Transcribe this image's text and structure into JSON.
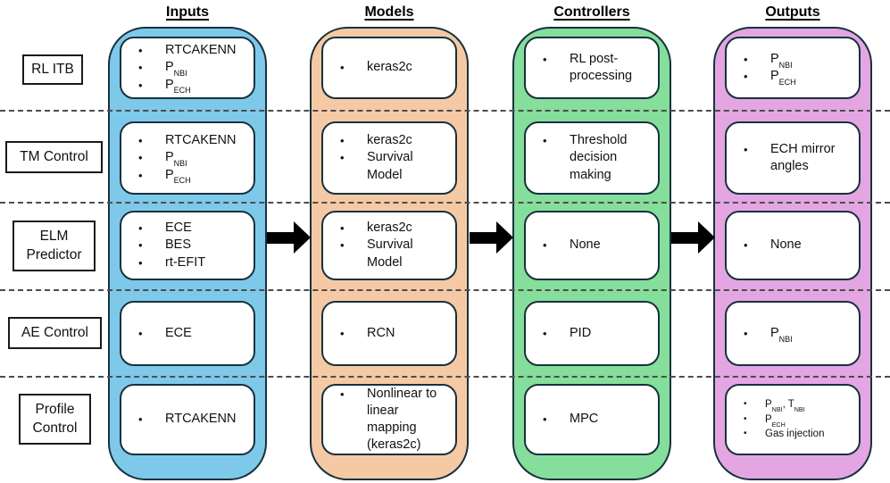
{
  "colors": {
    "outline": "#17313D",
    "dash": "#4D4D4D",
    "arrow": "#000000",
    "inputs_fill": "#7EC9EA",
    "models_fill": "#F6C9A5",
    "controllers_fill": "#85DE9B",
    "outputs_fill": "#E3A6E2"
  },
  "columns": [
    {
      "id": "inputs",
      "header": "Inputs",
      "color": "#7EC9EA"
    },
    {
      "id": "models",
      "header": "Models",
      "color": "#F6C9A5"
    },
    {
      "id": "controllers",
      "header": "Controllers",
      "color": "#85DE9B"
    },
    {
      "id": "outputs",
      "header": "Outputs",
      "color": "#E3A6E2"
    }
  ],
  "rows": [
    {
      "label": "RL ITB",
      "cells": {
        "inputs": [
          "RTCAKENN",
          "P_{NBI}",
          "P_{ECH}"
        ],
        "models": [
          "keras2c"
        ],
        "controllers": [
          "RL post-processing"
        ],
        "outputs": [
          "P_{NBI}",
          "P_{ECH}"
        ]
      }
    },
    {
      "label": "TM Control",
      "cells": {
        "inputs": [
          "RTCAKENN",
          "P_{NBI}",
          "P_{ECH}"
        ],
        "models": [
          "keras2c",
          "Survival Model"
        ],
        "controllers": [
          "Threshold decision making"
        ],
        "outputs": [
          "ECH mirror angles"
        ]
      }
    },
    {
      "label": "ELM Predictor",
      "cells": {
        "inputs": [
          "ECE",
          "BES",
          "rt-EFIT"
        ],
        "models": [
          "keras2c",
          "Survival Model"
        ],
        "controllers": [
          "None"
        ],
        "outputs": [
          "None"
        ]
      }
    },
    {
      "label": "AE Control",
      "cells": {
        "inputs": [
          "ECE"
        ],
        "models": [
          "RCN"
        ],
        "controllers": [
          "PID"
        ],
        "outputs": [
          "P_{NBI}"
        ]
      }
    },
    {
      "label": "Profile Control",
      "cells": {
        "inputs": [
          "RTCAKENN"
        ],
        "models": [
          "Nonlinear to linear mapping (keras2c)"
        ],
        "controllers": [
          "MPC"
        ],
        "outputs": [
          "P_{NBI}, T_{NBI}",
          "P_{ECH}",
          "Gas injection"
        ]
      }
    }
  ],
  "small_text_cells": [
    {
      "column": "outputs",
      "row": 4
    }
  ]
}
